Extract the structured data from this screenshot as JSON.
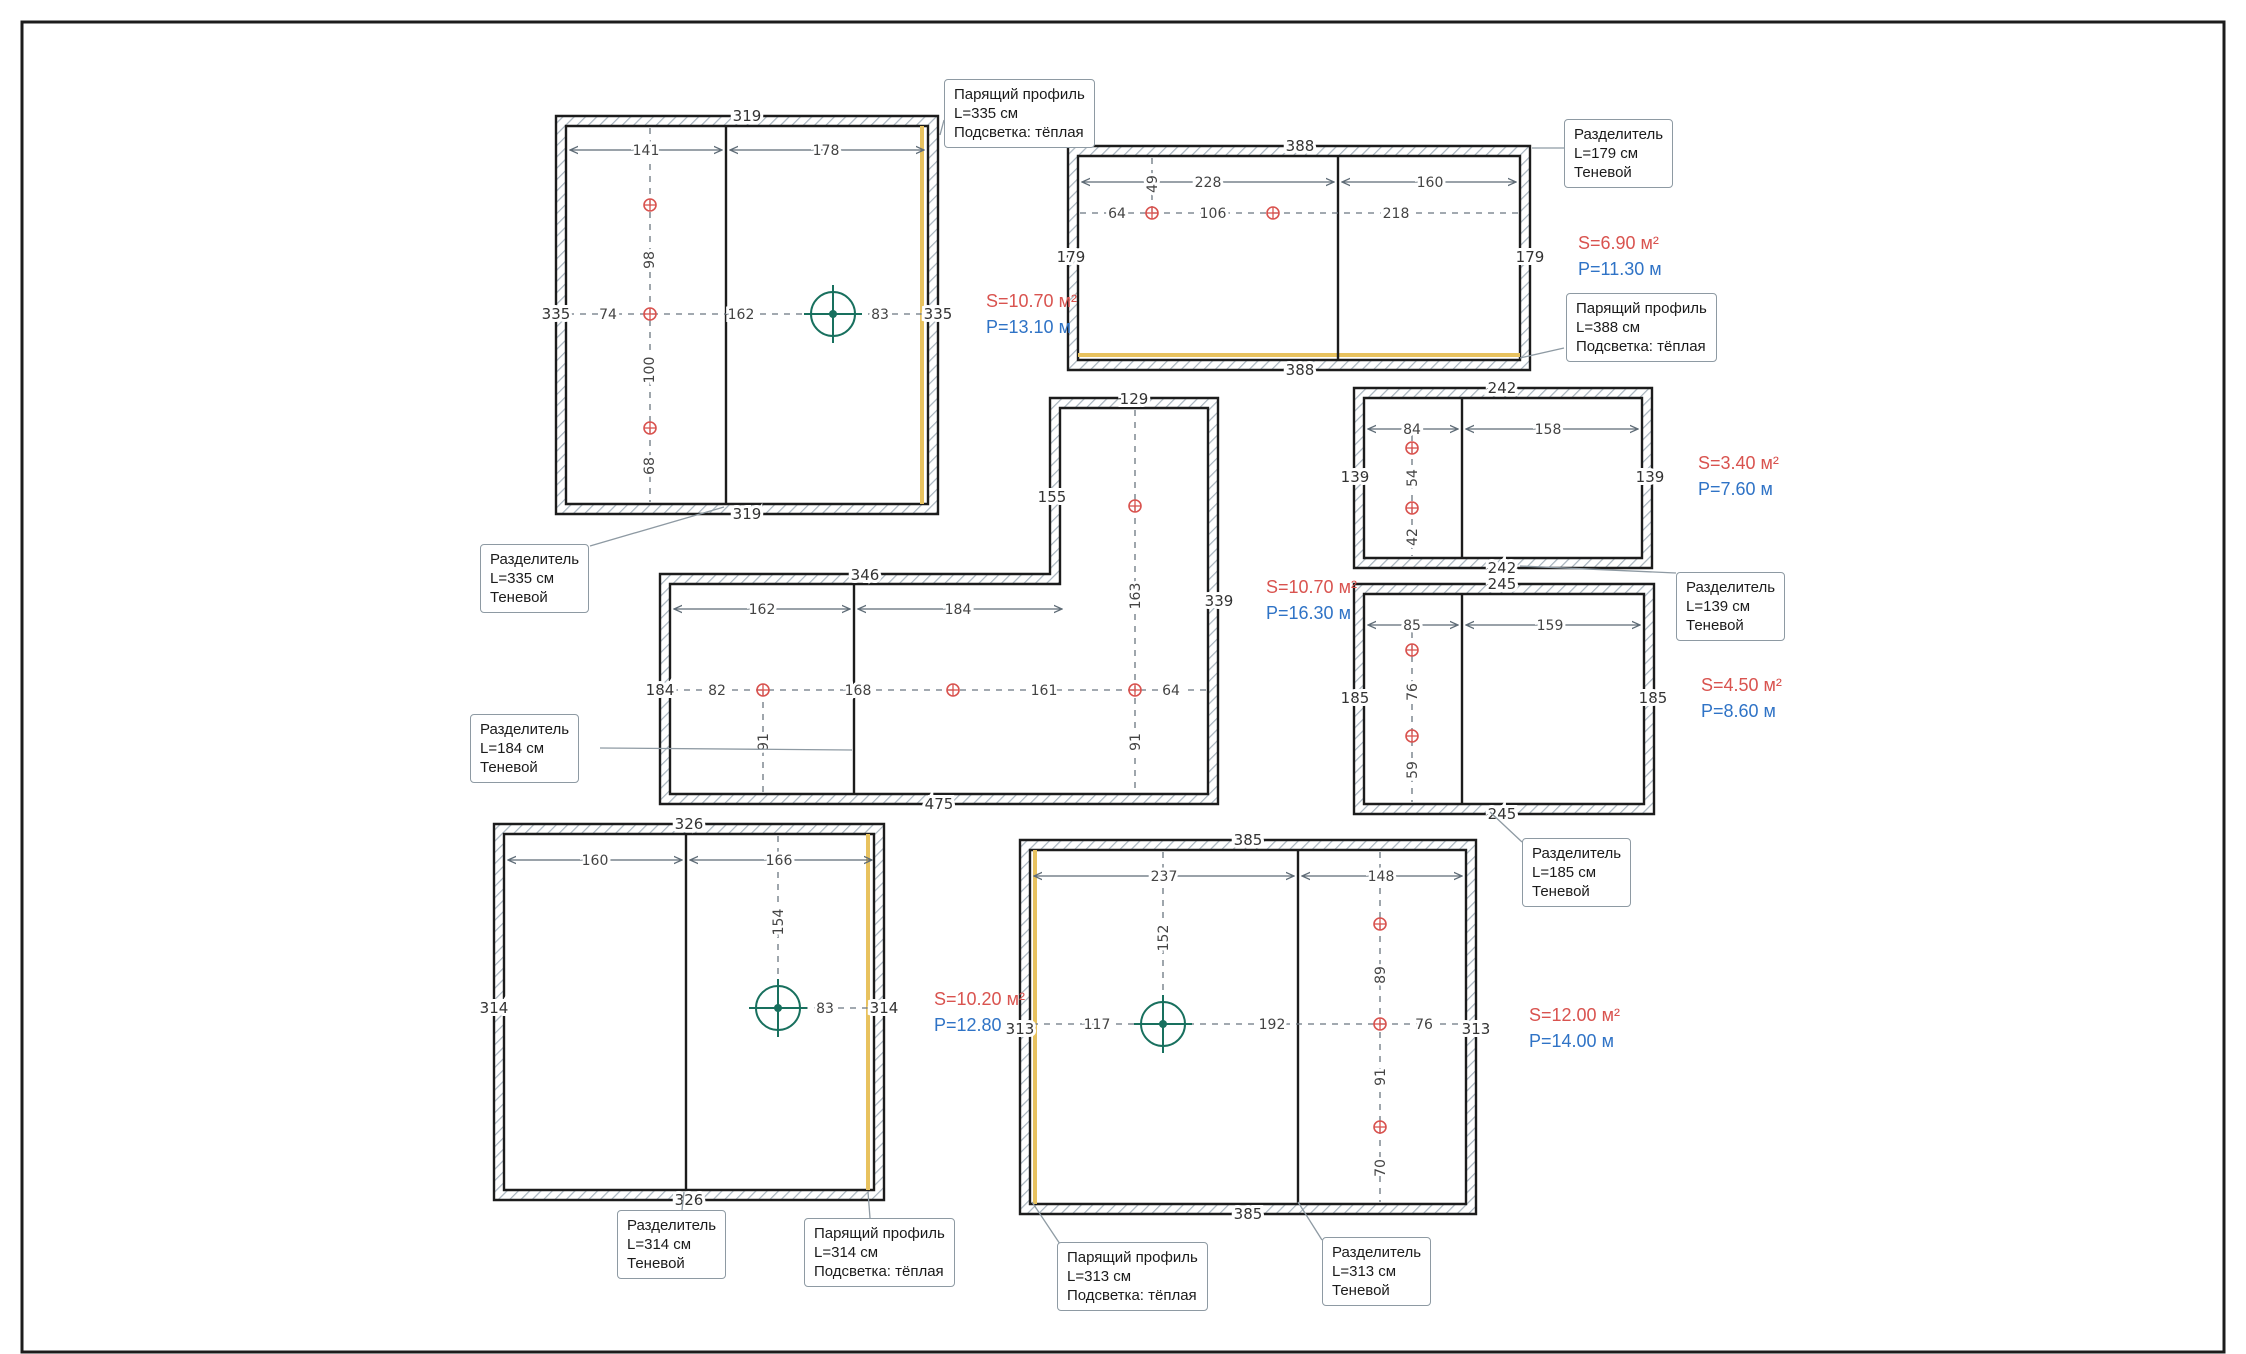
{
  "colors": {
    "wall": "#1c1c1c",
    "hatch": "#a7b3bd",
    "dim": "#5e6b76",
    "light": "#d9534f",
    "chandelier": "#18705e",
    "profile": "#e8c25f",
    "area": "#d9534f",
    "perimeter": "#2f73c6"
  },
  "rooms": {
    "r1": {
      "top": "319",
      "bottom": "319",
      "left": "335",
      "right": "335",
      "seg1": "141",
      "seg2": "178",
      "v1": "98",
      "v2": "100",
      "v3": "68",
      "h1": "74",
      "h2": "162",
      "h3": "83"
    },
    "r2": {
      "top": "388",
      "bottom": "388",
      "left": "179",
      "right": "179",
      "seg1": "228",
      "seg2": "160",
      "v1": "49",
      "h1": "64",
      "h2": "106",
      "h3": "218"
    },
    "r3": {
      "top_right": "129",
      "top_left": "346",
      "bottom": "475",
      "left": "184",
      "right": "339",
      "inner": "155",
      "seg1": "162",
      "seg2": "184",
      "v1": "163",
      "v2": "91",
      "v3": "91",
      "h1": "82",
      "h2": "168",
      "h3": "161",
      "h4": "64"
    },
    "r4": {
      "top": "242",
      "bottom": "242",
      "left": "139",
      "right": "139",
      "seg1": "84",
      "seg2": "158",
      "v1": "54",
      "v2": "42"
    },
    "r5": {
      "top": "245",
      "bottom": "245",
      "left": "185",
      "right": "185",
      "seg1": "85",
      "seg2": "159",
      "v1": "76",
      "v2": "59"
    },
    "r6": {
      "top": "326",
      "bottom": "326",
      "left": "314",
      "right": "314",
      "seg1": "160",
      "seg2": "166",
      "v1": "154",
      "h1": "83"
    },
    "r7": {
      "top": "385",
      "bottom": "385",
      "left": "313",
      "right": "313",
      "seg1": "237",
      "seg2": "148",
      "v1": "152",
      "v2": "89",
      "v3": "91",
      "v4": "70",
      "h1": "117",
      "h2": "192",
      "h3": "76"
    }
  },
  "areas": {
    "a1": {
      "s": "S=10.70 м²",
      "p": "P=13.10 м"
    },
    "a2": {
      "s": "S=6.90 м²",
      "p": "P=11.30 м"
    },
    "a3": {
      "s": "S=10.70 м²",
      "p": "P=16.30 м"
    },
    "a4": {
      "s": "S=3.40 м²",
      "p": "P=7.60 м"
    },
    "a5": {
      "s": "S=4.50 м²",
      "p": "P=8.60 м"
    },
    "a6": {
      "s": "S=10.20 м²",
      "p": "P=12.80"
    },
    "a7": {
      "s": "S=12.00 м²",
      "p": "P=14.00 м"
    }
  },
  "notes": {
    "n1": {
      "l1": "Парящий профиль",
      "l2": "L=335 см",
      "l3": "Подсветка: тёплая"
    },
    "n2": {
      "l1": "Разделитель",
      "l2": "L=179 см",
      "l3": "Теневой"
    },
    "n3": {
      "l1": "Парящий профиль",
      "l2": "L=388 см",
      "l3": "Подсветка: тёплая"
    },
    "n4": {
      "l1": "Разделитель",
      "l2": "L=335 см",
      "l3": "Теневой"
    },
    "n5": {
      "l1": "Разделитель",
      "l2": "L=139 см",
      "l3": "Теневой"
    },
    "n6": {
      "l1": "Разделитель",
      "l2": "L=184 см",
      "l3": "Теневой"
    },
    "n7": {
      "l1": "Разделитель",
      "l2": "L=185 см",
      "l3": "Теневой"
    },
    "n8": {
      "l1": "Разделитель",
      "l2": "L=314 см",
      "l3": "Теневой"
    },
    "n9": {
      "l1": "Парящий профиль",
      "l2": "L=314 см",
      "l3": "Подсветка: тёплая"
    },
    "n10": {
      "l1": "Парящий профиль",
      "l2": "L=313 см",
      "l3": "Подсветка: тёплая"
    },
    "n11": {
      "l1": "Разделитель",
      "l2": "L=313 см",
      "l3": "Теневой"
    }
  }
}
